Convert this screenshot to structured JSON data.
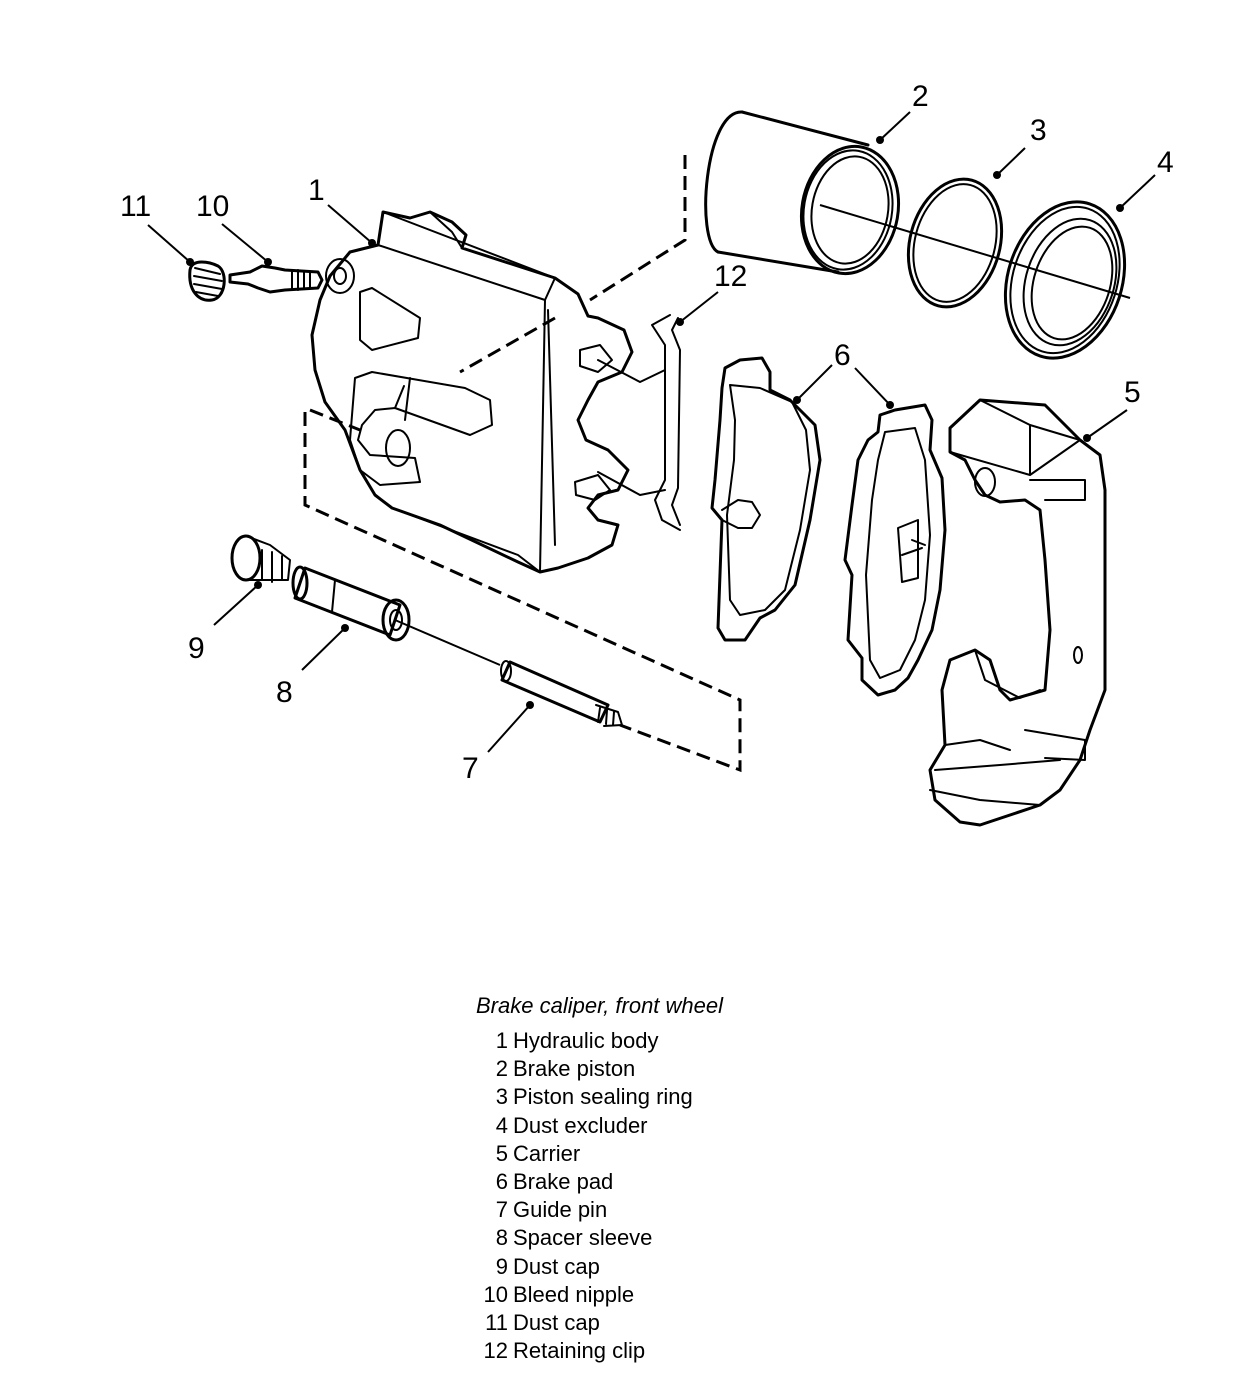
{
  "callouts": [
    "1",
    "2",
    "3",
    "4",
    "5",
    "6",
    "6",
    "7",
    "8",
    "9",
    "10",
    "11",
    "12"
  ],
  "legend": {
    "title": "Brake caliper, front wheel",
    "items": [
      {
        "num": "1",
        "label": "Hydraulic body"
      },
      {
        "num": "2",
        "label": "Brake piston"
      },
      {
        "num": "3",
        "label": "Piston sealing ring"
      },
      {
        "num": "4",
        "label": "Dust excluder"
      },
      {
        "num": "5",
        "label": "Carrier"
      },
      {
        "num": "6",
        "label": "Brake pad"
      },
      {
        "num": "7",
        "label": "Guide pin"
      },
      {
        "num": "8",
        "label": "Spacer sleeve"
      },
      {
        "num": "9",
        "label": "Dust cap"
      },
      {
        "num": "10",
        "label": "Bleed nipple"
      },
      {
        "num": "11",
        "label": "Dust cap"
      },
      {
        "num": "12",
        "label": "Retaining clip"
      }
    ]
  }
}
